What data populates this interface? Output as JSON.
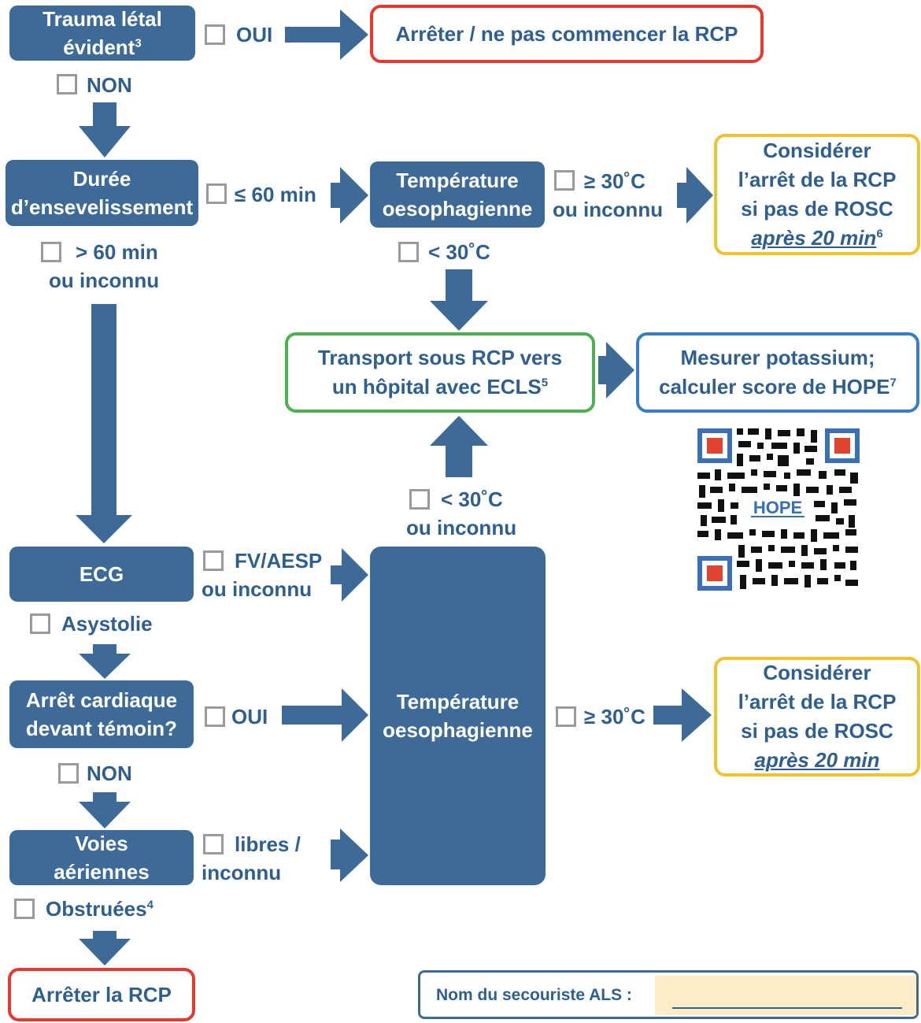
{
  "colors": {
    "box_fill": "#3d6a96",
    "text_blue": "#2f5f8f",
    "stop_border": "#e8372f",
    "consider_border": "#f2c12e",
    "transport_border": "#4caf50",
    "potassium_border": "#3a7bc8",
    "name_field": "#fdecc8"
  },
  "nodes": {
    "trauma": {
      "line1": "Trauma létal",
      "line2": "évident",
      "sup": "3"
    },
    "stop_start": "Arrêter / ne pas commencer la RCP",
    "burial": {
      "line1": "Durée",
      "line2": "d’ensevelissement"
    },
    "temp_top": {
      "line1": "Température",
      "line2": "oesophagienne"
    },
    "consider_top": {
      "line1": "Considérer",
      "line2": "l’arrêt de la RCP",
      "line3": "si pas de ROSC",
      "line4": "après 20 min",
      "sup": "6"
    },
    "transport": {
      "line1": "Transport sous RCP vers",
      "line2": "un hôpital avec ECLS",
      "sup": "5"
    },
    "potassium": {
      "line1": "Mesurer potassium;",
      "line2": "calculer score de HOPE",
      "sup": "7"
    },
    "ecg": "ECG",
    "witnessed": {
      "line1": "Arrêt cardiaque",
      "line2": "devant témoin?"
    },
    "temp_mid": {
      "line1": "Température",
      "line2": "oesophagienne"
    },
    "consider_bottom": {
      "line1": "Considérer",
      "line2": "l’arrêt de la RCP",
      "line3": "si pas de ROSC",
      "line4": "après 20 min"
    },
    "airway": {
      "line1": "Voies",
      "line2": "aériennes"
    },
    "stop_cpr": "Arrêter la RCP"
  },
  "labels": {
    "trauma_yes": "OUI",
    "trauma_no": "NON",
    "burial_le60": "≤ 60 min",
    "burial_gt60": {
      "line1": "> 60 min",
      "line2": "ou inconnu"
    },
    "temp_ge30": {
      "line1": "≥ 30˚C",
      "line2": "ou inconnu"
    },
    "temp_lt30": "< 30˚C",
    "mid_lt30": {
      "line1": "< 30˚C",
      "line2": "ou inconnu"
    },
    "ecg_vf": {
      "line1": "FV/AESP",
      "line2": "ou inconnu"
    },
    "ecg_asystole": "Asystolie",
    "witness_yes": "OUI",
    "witness_no": "NON",
    "mid_ge30": "≥ 30˚C",
    "airway_clear": {
      "line1": "libres /",
      "line2": "inconnu"
    },
    "airway_obstructed": "Obstruées",
    "airway_obstructed_sup": "4"
  },
  "qr": {
    "logo_text": "HOPE",
    "icon": "qr-code-icon"
  },
  "footer": {
    "name_label": "Nom du secouriste ALS :",
    "name_value": ""
  }
}
